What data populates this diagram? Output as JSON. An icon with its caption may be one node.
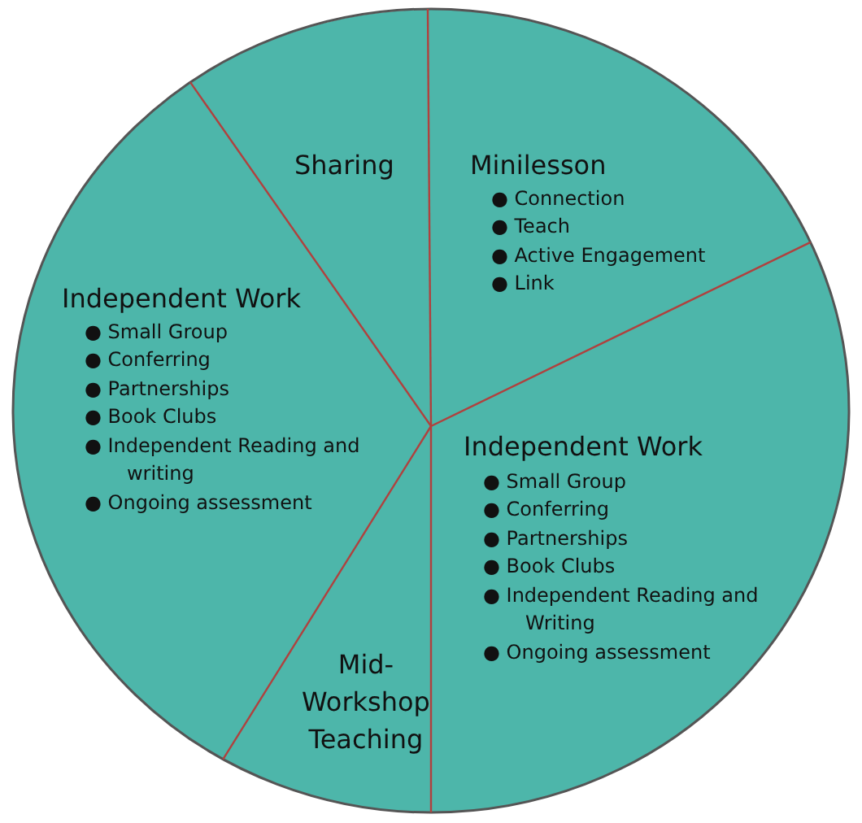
{
  "diagram": {
    "nodes": [
      {
        "text": [
          "Sharing"
        ]
      },
      {
        "text": [
          "Minilesson",
          "● Connection",
          "● Teach",
          "● Active Engagement",
          "● Link"
        ]
      },
      {
        "text": [
          "Independent Work",
          "● Small Group",
          "● Conferring",
          "● Partnerships",
          "● Book Clubs",
          "● Independent Reading and writing",
          "● Ongoing assessment"
        ]
      },
      {
        "text": [
          "Independent Work",
          "● Small Group",
          "● Conferring",
          "● Partnerships",
          "● Book Clubs",
          "● Independent Reading and Writing",
          "● Ongoing assessment"
        ]
      },
      {
        "text": [
          "Mid- Workshop Teaching"
        ]
      }
    ]
  }
}
